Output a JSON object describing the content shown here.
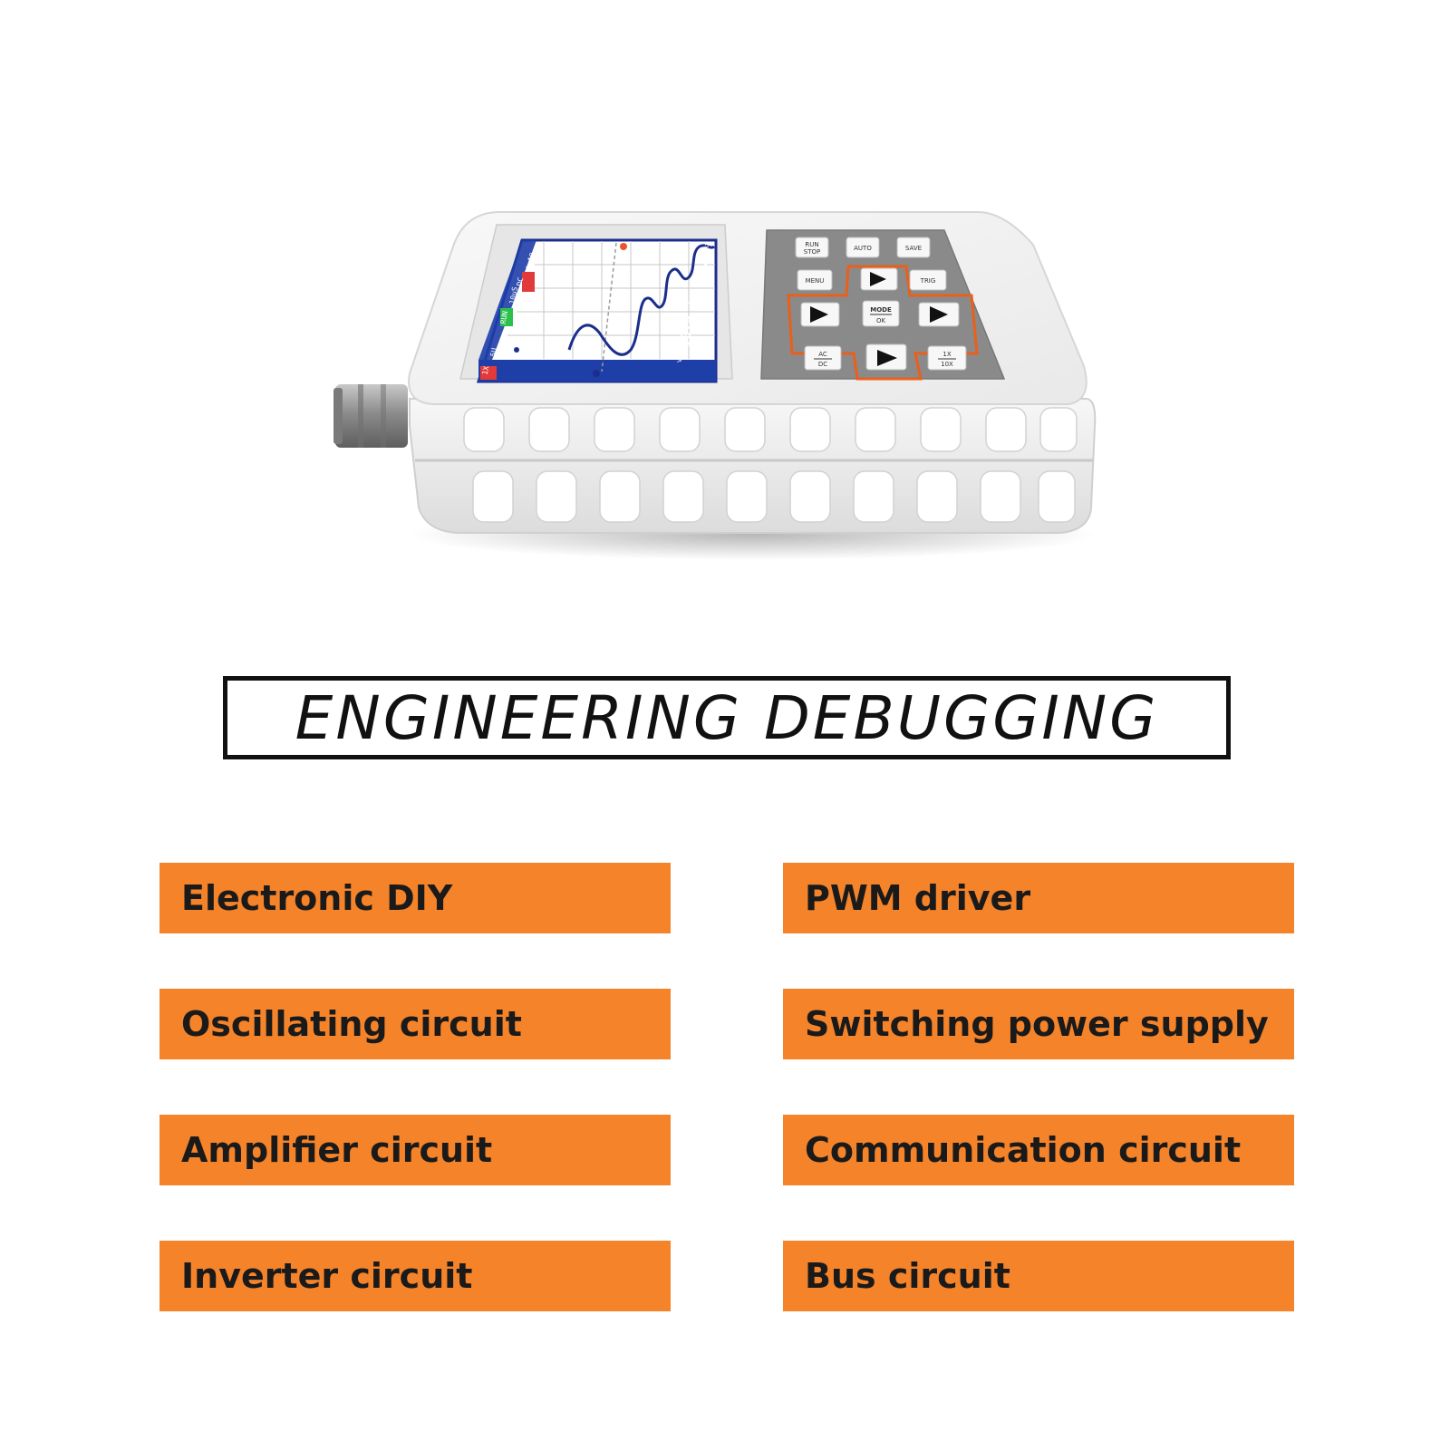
{
  "device": {
    "screen": {
      "top_bar": [
        "1X",
        "5U",
        "RUN",
        "10uS",
        "DC",
        "Auto"
      ],
      "readout_vpp_value": "10.3",
      "readout_vpp_unit": "V",
      "readout_vpp_label": "VPP",
      "readout_freq_value": "13.0",
      "readout_freq_unit": "Hz",
      "readout_freq_label": "F"
    },
    "keypad": {
      "run_stop_1": "RUN",
      "run_stop_2": "STOP",
      "auto": "AUTO",
      "save": "SAVE",
      "menu": "MENU",
      "trig": "TRIG",
      "mode_1": "MODE",
      "mode_2": "OK",
      "acdc_1": "AC",
      "acdc_2": "DC",
      "probe_1": "1X",
      "probe_2": "10X"
    },
    "colors": {
      "accent": "#f5832a",
      "body": "#efefef",
      "keypad": "#8a8a8a",
      "trace": "#1c2e8c"
    }
  },
  "title": "ENGINEERING DEBUGGING",
  "applications": [
    "Electronic DIY",
    "PWM driver",
    "Oscillating circuit",
    "Switching power supply",
    "Amplifier circuit",
    "Communication circuit",
    "Inverter circuit",
    "Bus circuit"
  ]
}
